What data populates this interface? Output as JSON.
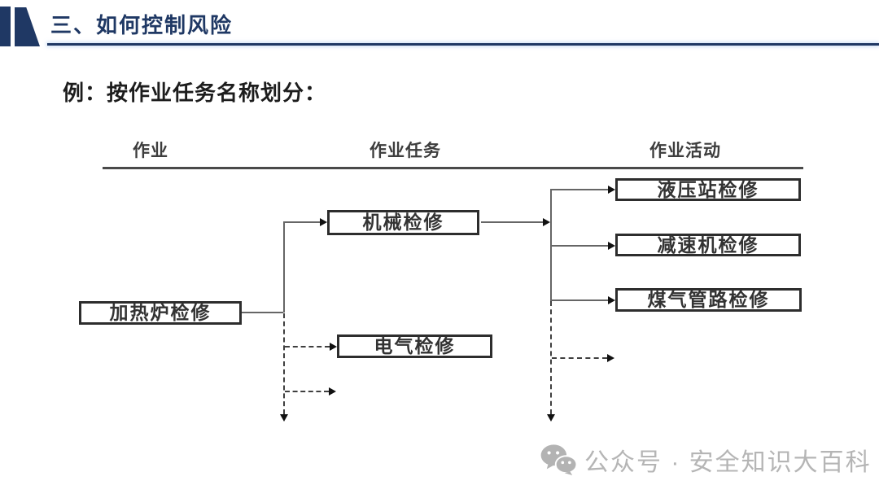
{
  "slide": {
    "header": {
      "title": "三、如何控制风险",
      "accent_color": "#1f3864"
    },
    "subtitle": "例：按作业任务名称划分：",
    "diagram": {
      "column_headers": [
        {
          "label": "作业"
        },
        {
          "label": "作业任务"
        },
        {
          "label": "作业活动"
        }
      ],
      "nodes": {
        "job": "加热炉检修",
        "task_mechanical": "机械检修",
        "task_electrical": "电气检修",
        "activity_hydraulic": "液压站检修",
        "activity_reducer": "减速机检修",
        "activity_gas": "煤气管路检修"
      },
      "connector_colors": {
        "solid": "#666666",
        "dashed": "#3f3f3f"
      }
    },
    "footer": {
      "icon": "wechat-icon",
      "watermark": "公众号 · 安全知识大百科",
      "color": "#b5b5b5"
    }
  }
}
